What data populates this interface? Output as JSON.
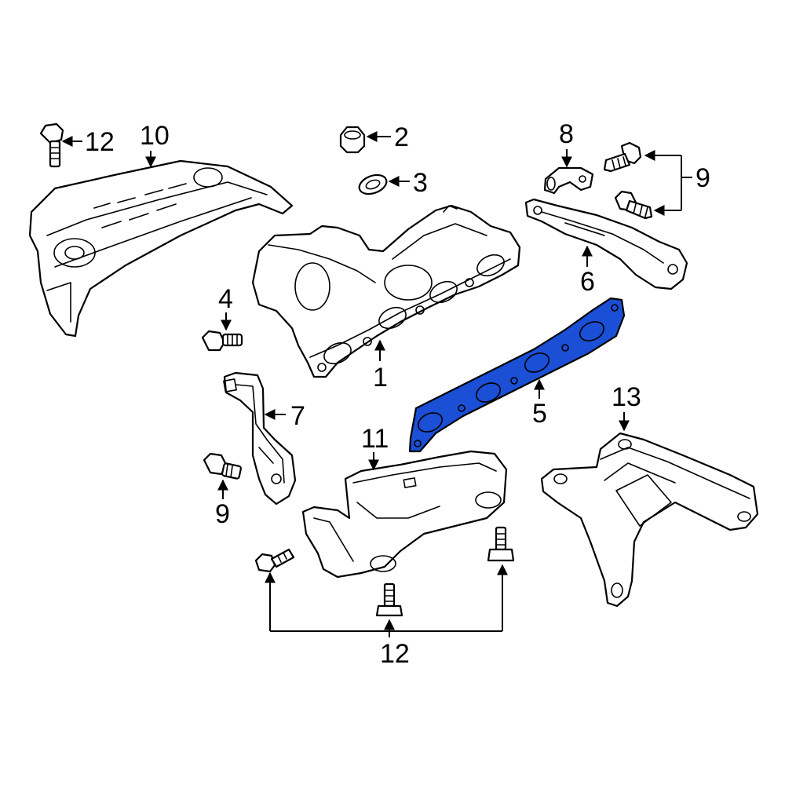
{
  "highlight_color": "#1a4fd6",
  "highlighted_part": "5",
  "callouts": {
    "c1": "1",
    "c2": "2",
    "c3": "3",
    "c4": "4",
    "c5": "5",
    "c6": "6",
    "c7": "7",
    "c8": "8",
    "c9a": "9",
    "c9b": "9",
    "c10": "10",
    "c11": "11",
    "c12a": "12",
    "c12b": "12",
    "c13": "13"
  }
}
